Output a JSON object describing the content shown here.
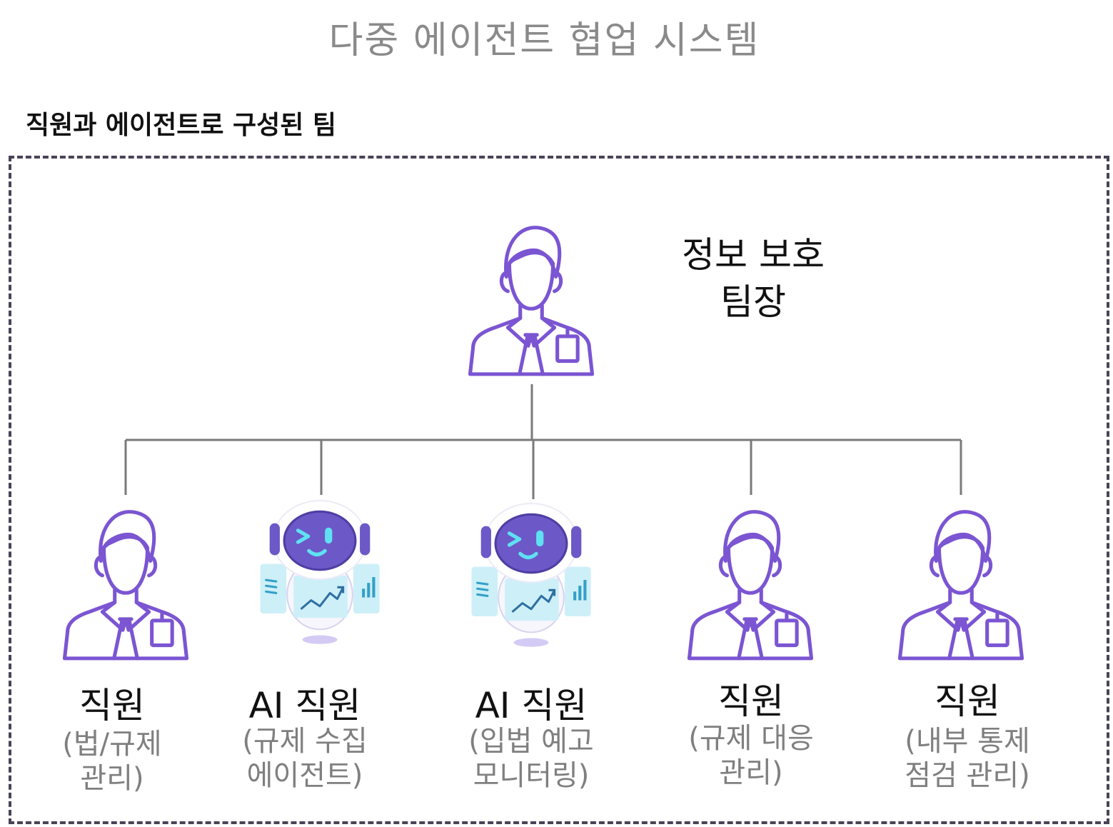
{
  "title": "다중 에이전트 협업 시스템",
  "team_label": "직원과 에이전트로 구성된 팀",
  "colors": {
    "accent": "#7b55d2",
    "robot_face": "#6d58c8",
    "robot_eyes": "#5fe1f2",
    "panel": "#cdeff8",
    "connector": "#7a7a7a",
    "border": "#4a4356"
  },
  "leader": {
    "icon": "person-icon",
    "name": "정보 보호\n팀장"
  },
  "members": [
    {
      "icon": "person-icon",
      "name": "직원",
      "role": "(법/규제\n관리)"
    },
    {
      "icon": "robot-icon",
      "name": "AI 직원",
      "role": "(규제 수집\n에이전트)"
    },
    {
      "icon": "robot-icon",
      "name": "AI 직원",
      "role": "(입법 예고\n모니터링)"
    },
    {
      "icon": "person-icon",
      "name": "직원",
      "role": "(규제 대응\n관리)"
    },
    {
      "icon": "person-icon",
      "name": "직원",
      "role": "(내부 통제\n점검 관리)"
    }
  ]
}
